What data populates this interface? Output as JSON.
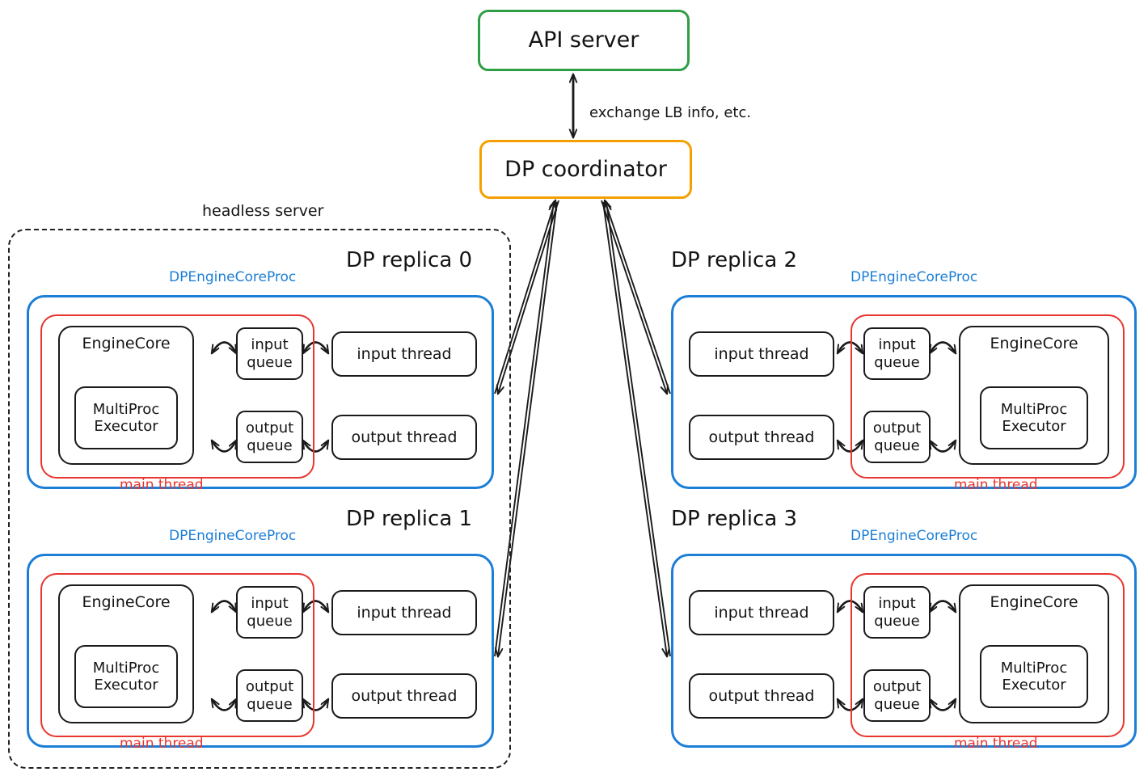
{
  "diagram": {
    "title_nodes": {
      "api_server": "API server",
      "dp_coordinator": "DP coordinator"
    },
    "edge_labels": {
      "coordinator_api": "exchange LB info, etc."
    },
    "boundary": {
      "headless_server": "headless server"
    },
    "colors": {
      "api_server_border": "#2f9e44",
      "coordinator_border": "#f59f00",
      "proc_border": "#1c7ed6",
      "main_thread_border": "#e8352e",
      "node_border": "#1a1a1a",
      "headless_border": "#222222"
    },
    "common_labels": {
      "proc": "DPEngineCoreProc",
      "main_thread": "main thread",
      "engine_core": "EngineCore",
      "multiproc_executor": "MultiProc\nExecutor",
      "input_queue": "input\nqueue",
      "output_queue": "output\nqueue",
      "input_thread": "input thread",
      "output_thread": "output thread"
    },
    "replicas": [
      {
        "id": "replica-0",
        "title": "DP replica 0",
        "orientation": "engine-left",
        "inside_headless": true,
        "proc_label": "DPEngineCoreProc",
        "main_thread_label": "main thread",
        "nodes": {
          "engine_core": "EngineCore",
          "multiproc_executor": "MultiProc\nExecutor",
          "input_queue": "input\nqueue",
          "output_queue": "output\nqueue",
          "input_thread": "input thread",
          "output_thread": "output thread"
        }
      },
      {
        "id": "replica-1",
        "title": "DP replica 1",
        "orientation": "engine-left",
        "inside_headless": true,
        "proc_label": "DPEngineCoreProc",
        "main_thread_label": "main thread",
        "nodes": {
          "engine_core": "EngineCore",
          "multiproc_executor": "MultiProc\nExecutor",
          "input_queue": "input\nqueue",
          "output_queue": "output\nqueue",
          "input_thread": "input thread",
          "output_thread": "output thread"
        }
      },
      {
        "id": "replica-2",
        "title": "DP replica 2",
        "orientation": "engine-right",
        "inside_headless": false,
        "proc_label": "DPEngineCoreProc",
        "main_thread_label": "main thread",
        "nodes": {
          "engine_core": "EngineCore",
          "multiproc_executor": "MultiProc\nExecutor",
          "input_queue": "input\nqueue",
          "output_queue": "output\nqueue",
          "input_thread": "input thread",
          "output_thread": "output thread"
        }
      },
      {
        "id": "replica-3",
        "title": "DP replica 3",
        "orientation": "engine-right",
        "inside_headless": false,
        "proc_label": "DPEngineCoreProc",
        "main_thread_label": "main thread",
        "nodes": {
          "engine_core": "EngineCore",
          "multiproc_executor": "MultiProc\nExecutor",
          "input_queue": "input\nqueue",
          "output_queue": "output\nqueue",
          "input_thread": "input thread",
          "output_thread": "output thread"
        }
      }
    ]
  }
}
